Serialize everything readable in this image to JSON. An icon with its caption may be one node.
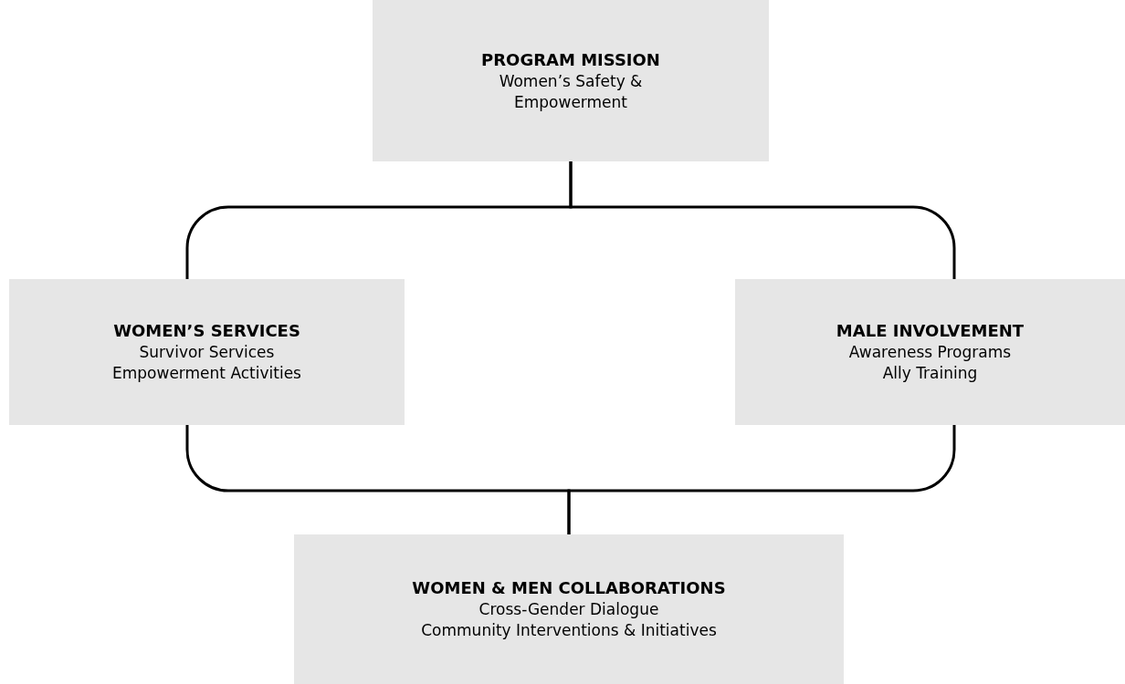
{
  "diagram": {
    "nodes": [
      {
        "text": [
          "PROGRAM MISSION",
          "Women’s Safety & Empowerment"
        ]
      },
      {
        "text": [
          "WOMEN’S SERVICES",
          "Survivor Services",
          "Empowerment Activities"
        ]
      },
      {
        "text": [
          "MALE INVOLVEMENT",
          "Awareness Programs",
          "Ally Training"
        ]
      },
      {
        "text": [
          "WOMEN & MEN COLLABORATIONS",
          "Cross-Gender Dialogue",
          "Community Interventions & Initiatives"
        ]
      }
    ],
    "edges": [
      {
        "from": 0,
        "to": 1,
        "arrow": "none"
      },
      {
        "from": 0,
        "to": 2,
        "arrow": "none"
      },
      {
        "from": 1,
        "to": 3,
        "arrow": "none"
      },
      {
        "from": 2,
        "to": 3,
        "arrow": "none"
      }
    ]
  }
}
